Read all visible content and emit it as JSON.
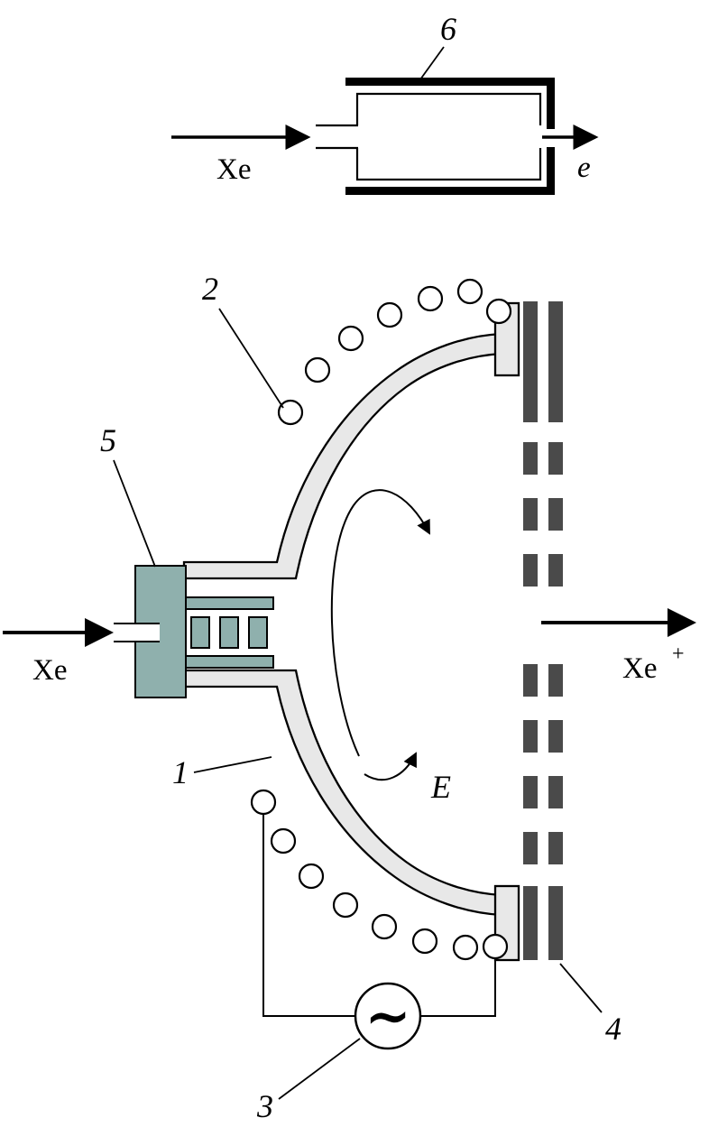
{
  "figure": {
    "callouts": {
      "neutralizer": "6",
      "rf_coil": "2",
      "gas_injector": "5",
      "chamber_wall": "1",
      "grids": "4",
      "rf_generator": "3"
    },
    "flow_labels": {
      "xe_inlet_top": "Xe",
      "electron_out": "e",
      "xe_inlet_main": "Xe",
      "ion_beam_base": "Xe",
      "ion_beam_sup": "+",
      "e_field": "E",
      "ac_symbol": "∼"
    },
    "colors": {
      "chamber_shell": "#e8e8e8",
      "injector": "#8fb0ad",
      "grid": "#4a4a4a",
      "line": "#000000",
      "background": "#ffffff"
    }
  }
}
